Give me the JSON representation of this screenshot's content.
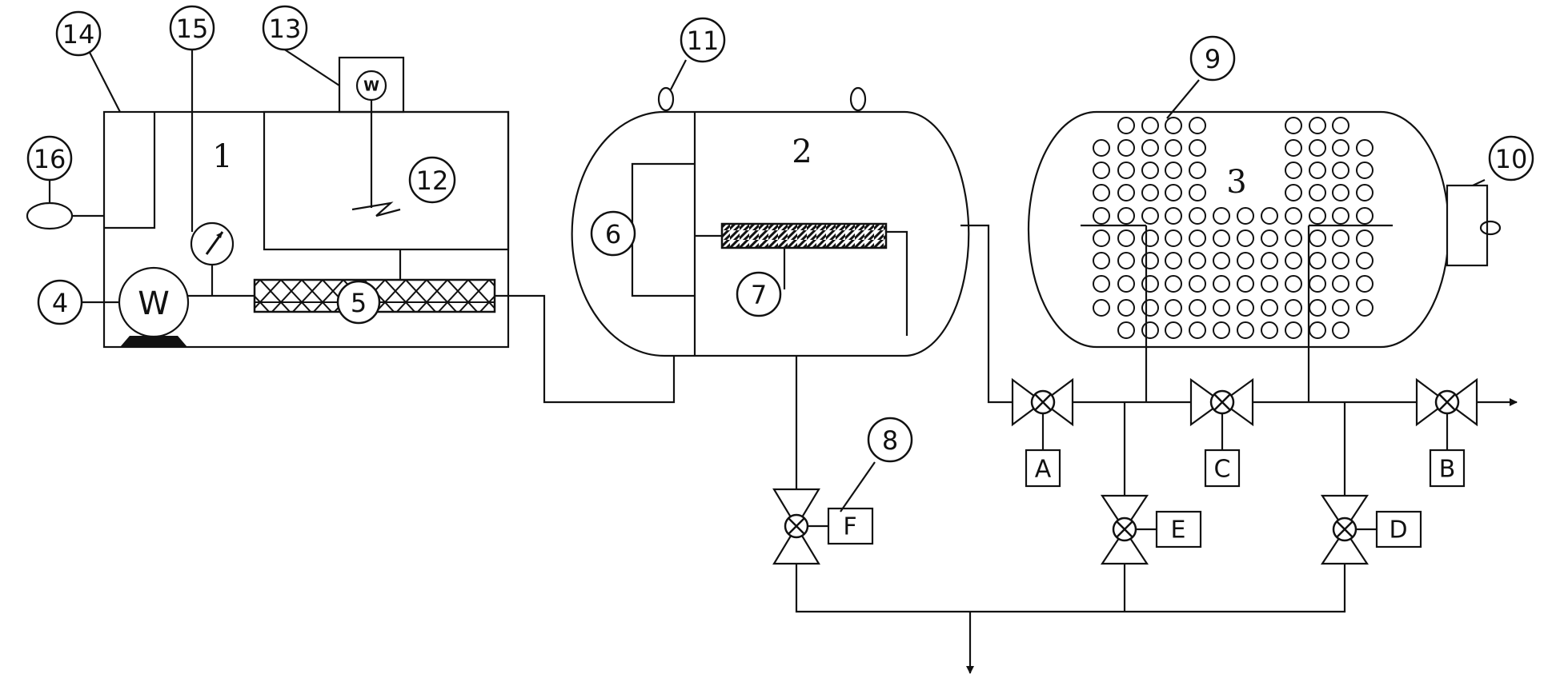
{
  "labels": {
    "l1": "1",
    "l2": "2",
    "l3": "3",
    "l4": "4",
    "l5": "5",
    "l6": "6",
    "l7": "7",
    "l8": "8",
    "l9": "9",
    "l10": "10",
    "l11": "11",
    "l12": "12",
    "l13": "13",
    "l14": "14",
    "l15": "15",
    "l16": "16"
  },
  "valves": {
    "A": "A",
    "B": "B",
    "C": "C",
    "D": "D",
    "E": "E",
    "F": "F"
  },
  "motor_symbol": "W"
}
